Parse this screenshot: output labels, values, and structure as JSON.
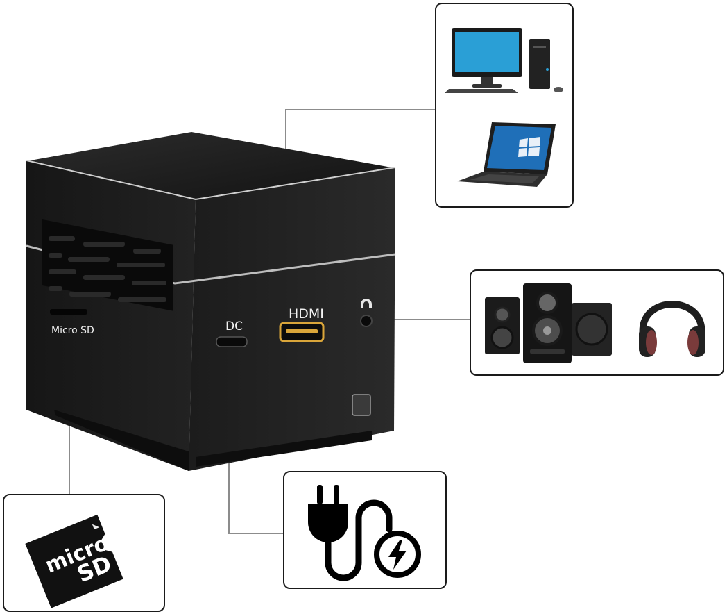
{
  "device": {
    "port_labels": {
      "hdmi": "HDMI",
      "dc": "DC",
      "microsd": "Micro SD"
    }
  },
  "panels": {
    "computers": {
      "items": [
        "desktop-computer",
        "laptop"
      ]
    },
    "audio": {
      "items": [
        "speakers",
        "headphones"
      ]
    },
    "power": {
      "items": [
        "power-plug-cable"
      ]
    },
    "storage": {
      "card_text_line1": "micro",
      "card_text_line2": "SD"
    }
  },
  "colors": {
    "device_body": "#1e1e1e",
    "connector_line": "#8c8c8c",
    "hdmi_gold": "#d9a53a",
    "panel_border": "#1a1a1a"
  }
}
